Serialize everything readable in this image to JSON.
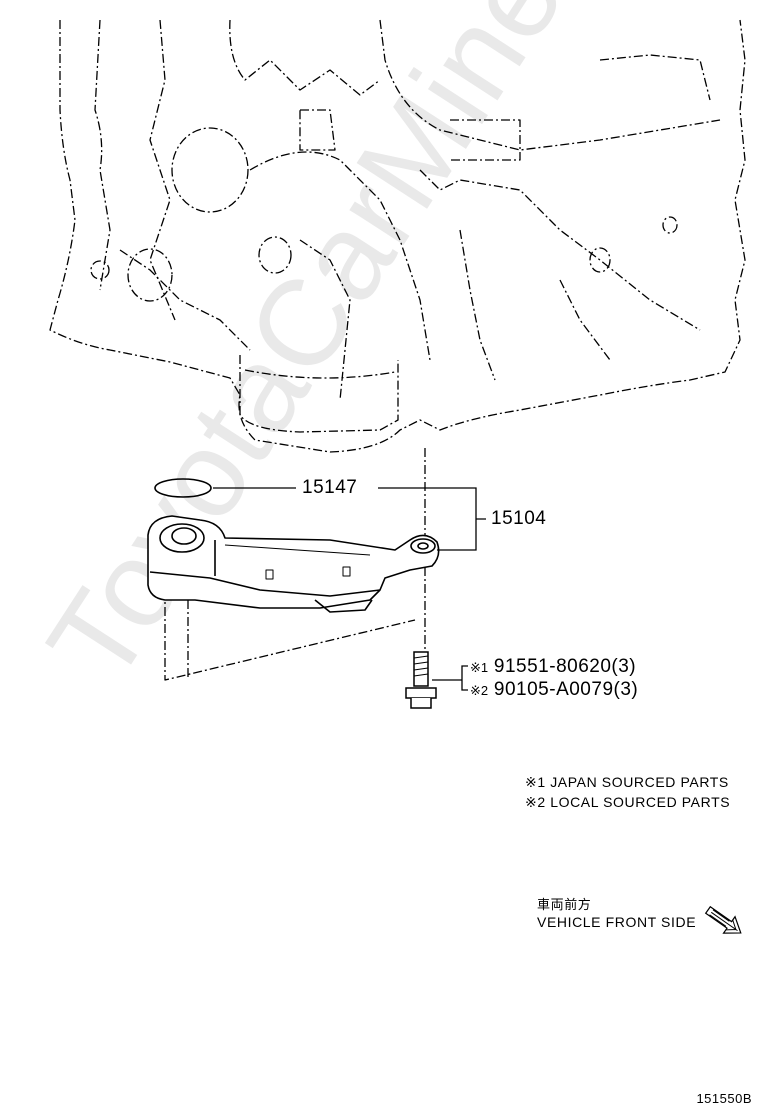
{
  "watermark": "ToyotaCarMine.ru",
  "callouts": {
    "oring": "15147",
    "strainer_assy": "15104",
    "bolt_1_mark": "※1",
    "bolt_1_part": "91551-80620(3)",
    "bolt_2_mark": "※2",
    "bolt_2_part": "90105-A0079(3)"
  },
  "notes": {
    "note_1": "※1 JAPAN SOURCED PARTS",
    "note_2": "※2 LOCAL SOURCED PARTS"
  },
  "direction": {
    "label_ja": "車両前方",
    "label_en": "VEHICLE FRONT SIDE"
  },
  "figure_ref": "151550B"
}
